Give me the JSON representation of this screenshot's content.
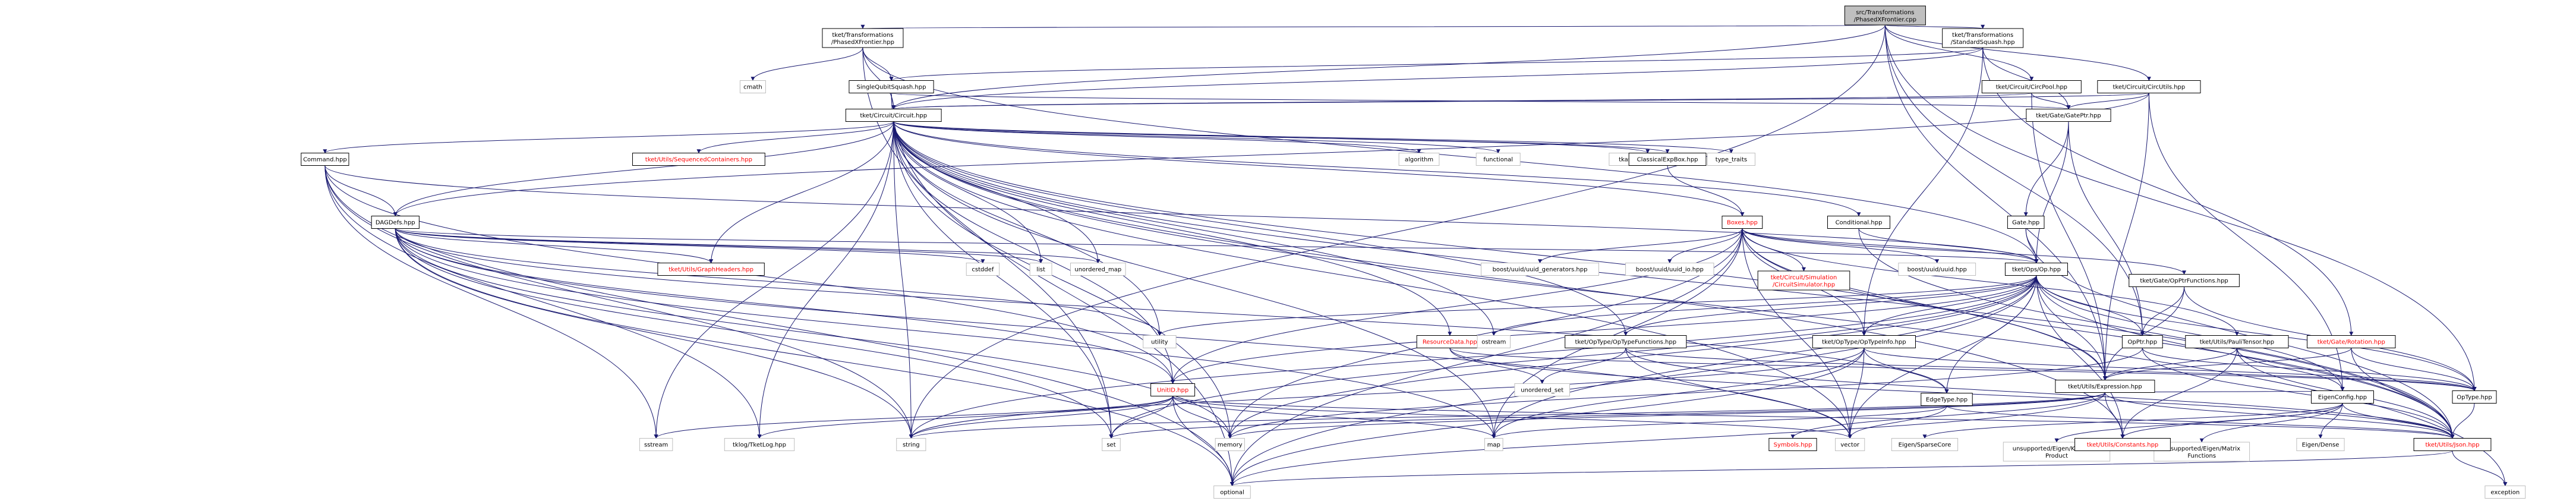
{
  "graph": {
    "nodes": [
      {
        "id": "root",
        "lines": [
          "src/Transformations",
          "/PhasedXFrontier.cpp"
        ],
        "style": "root"
      },
      {
        "id": "phasedx",
        "lines": [
          "tket/Transformations",
          "/PhasedXFrontier.hpp"
        ]
      },
      {
        "id": "stdsquash",
        "lines": [
          "tket/Transformations",
          "/StandardSquash.hpp"
        ]
      },
      {
        "id": "circpool",
        "lines": [
          "tket/Circuit/CircPool.hpp"
        ]
      },
      {
        "id": "circutils",
        "lines": [
          "tket/Circuit/CircUtils.hpp"
        ]
      },
      {
        "id": "cmath",
        "lines": [
          "cmath"
        ],
        "style": "gray"
      },
      {
        "id": "sqsquash",
        "lines": [
          "SingleQubitSquash.hpp"
        ]
      },
      {
        "id": "circuit",
        "lines": [
          "tket/Circuit/Circuit.hpp"
        ]
      },
      {
        "id": "gateptr",
        "lines": [
          "tket/Gate/GatePtr.hpp"
        ]
      },
      {
        "id": "command",
        "lines": [
          "Command.hpp"
        ]
      },
      {
        "id": "algorithm",
        "lines": [
          "algorithm"
        ],
        "style": "gray"
      },
      {
        "id": "functional",
        "lines": [
          "functional"
        ],
        "style": "gray"
      },
      {
        "id": "seqcont",
        "lines": [
          "tket/Utils/SequencedContainers.hpp"
        ],
        "style": "red"
      },
      {
        "id": "tkassert",
        "lines": [
          "tkassert/Assert.hpp"
        ],
        "style": "gray"
      },
      {
        "id": "typetraits",
        "lines": [
          "type_traits"
        ],
        "style": "gray"
      },
      {
        "id": "classexp",
        "lines": [
          "ClassicalExpBox.hpp"
        ]
      },
      {
        "id": "conditional",
        "lines": [
          "Conditional.hpp"
        ]
      },
      {
        "id": "gate",
        "lines": [
          "Gate.hpp"
        ]
      },
      {
        "id": "dagdefs",
        "lines": [
          "DAGDefs.hpp"
        ]
      },
      {
        "id": "boxes",
        "lines": [
          "Boxes.hpp"
        ],
        "style": "red"
      },
      {
        "id": "graphheaders",
        "lines": [
          "tket/Utils/GraphHeaders.hpp"
        ],
        "style": "red"
      },
      {
        "id": "cstddef",
        "lines": [
          "cstddef"
        ],
        "style": "gray"
      },
      {
        "id": "list",
        "lines": [
          "list"
        ],
        "style": "gray"
      },
      {
        "id": "unordered_map",
        "lines": [
          "unordered_map"
        ],
        "style": "gray"
      },
      {
        "id": "uuidgen",
        "lines": [
          "boost/uuid/uuid_generators.hpp"
        ],
        "style": "gray"
      },
      {
        "id": "uuidio",
        "lines": [
          "boost/uuid/uuid_io.hpp"
        ],
        "style": "gray"
      },
      {
        "id": "circsim",
        "lines": [
          "tket/Circuit/Simulation",
          "/CircuitSimulator.hpp"
        ],
        "style": "red"
      },
      {
        "id": "uuid",
        "lines": [
          "boost/uuid/uuid.hpp"
        ],
        "style": "gray"
      },
      {
        "id": "op",
        "lines": [
          "tket/Ops/Op.hpp"
        ]
      },
      {
        "id": "opptrfns",
        "lines": [
          "tket/Gate/OpPtrFunctions.hpp"
        ]
      },
      {
        "id": "resdata",
        "lines": [
          "ResourceData.hpp"
        ],
        "style": "red"
      },
      {
        "id": "optypefns",
        "lines": [
          "tket/OpType/OpTypeFunctions.hpp"
        ]
      },
      {
        "id": "optypeinfo",
        "lines": [
          "tket/OpType/OpTypeInfo.hpp"
        ]
      },
      {
        "id": "opptr",
        "lines": [
          "OpPtr.hpp"
        ]
      },
      {
        "id": "paulitensor",
        "lines": [
          "tket/Utils/PauliTensor.hpp"
        ]
      },
      {
        "id": "rotation",
        "lines": [
          "tket/Gate/Rotation.hpp"
        ],
        "style": "red"
      },
      {
        "id": "unitid",
        "lines": [
          "UnitID.hpp"
        ],
        "style": "red"
      },
      {
        "id": "edgetype",
        "lines": [
          "EdgeType.hpp"
        ]
      },
      {
        "id": "expression",
        "lines": [
          "tket/Utils/Expression.hpp"
        ]
      },
      {
        "id": "eigenconfig",
        "lines": [
          "EigenConfig.hpp"
        ]
      },
      {
        "id": "optype",
        "lines": [
          "OpType.hpp"
        ]
      },
      {
        "id": "json",
        "lines": [
          "tket/Utils/Json.hpp"
        ],
        "style": "red"
      },
      {
        "id": "ostream",
        "lines": [
          "ostream"
        ],
        "style": "gray"
      },
      {
        "id": "utility",
        "lines": [
          "utility"
        ],
        "style": "gray"
      },
      {
        "id": "unordered_set",
        "lines": [
          "unordered_set"
        ],
        "style": "gray"
      },
      {
        "id": "sstream",
        "lines": [
          "sstream"
        ],
        "style": "gray"
      },
      {
        "id": "tklog",
        "lines": [
          "tklog/TketLog.hpp"
        ],
        "style": "gray"
      },
      {
        "id": "string",
        "lines": [
          "string"
        ],
        "style": "gray"
      },
      {
        "id": "set",
        "lines": [
          "set"
        ],
        "style": "gray"
      },
      {
        "id": "memory",
        "lines": [
          "memory"
        ],
        "style": "gray"
      },
      {
        "id": "map",
        "lines": [
          "map"
        ],
        "style": "gray"
      },
      {
        "id": "vector",
        "lines": [
          "vector"
        ],
        "style": "gray"
      },
      {
        "id": "symbols",
        "lines": [
          "Symbols.hpp"
        ],
        "style": "red"
      },
      {
        "id": "eigensparse",
        "lines": [
          "Eigen/SparseCore"
        ],
        "style": "gray"
      },
      {
        "id": "kronecker",
        "lines": [
          "unsupported/Eigen/Kronecker",
          "Product"
        ],
        "style": "gray"
      },
      {
        "id": "matrixfns",
        "lines": [
          "unsupported/Eigen/Matrix",
          "Functions"
        ],
        "style": "gray"
      },
      {
        "id": "eigendense",
        "lines": [
          "Eigen/Dense"
        ],
        "style": "gray"
      },
      {
        "id": "constants",
        "lines": [
          "tket/Utils/Constants.hpp"
        ],
        "style": "red"
      },
      {
        "id": "exception",
        "lines": [
          "exception"
        ],
        "style": "gray"
      },
      {
        "id": "optional",
        "lines": [
          "optional"
        ],
        "style": "gray"
      }
    ],
    "edges": [
      [
        "root",
        "phasedx"
      ],
      [
        "root",
        "stdsquash"
      ],
      [
        "root",
        "circpool"
      ],
      [
        "root",
        "circutils"
      ],
      [
        "root",
        "circuit"
      ],
      [
        "root",
        "optype"
      ],
      [
        "root",
        "expression"
      ],
      [
        "root",
        "string"
      ],
      [
        "root",
        "opptr"
      ],
      [
        "phasedx",
        "cmath"
      ],
      [
        "phasedx",
        "sqsquash"
      ],
      [
        "phasedx",
        "circuit"
      ],
      [
        "phasedx",
        "set"
      ],
      [
        "phasedx",
        "op"
      ],
      [
        "stdsquash",
        "sqsquash"
      ],
      [
        "stdsquash",
        "gateptr"
      ],
      [
        "stdsquash",
        "rotation"
      ],
      [
        "stdsquash",
        "optypeinfo"
      ],
      [
        "stdsquash",
        "circuit"
      ],
      [
        "circpool",
        "circuit"
      ],
      [
        "circpool",
        "gateptr"
      ],
      [
        "circpool",
        "expression"
      ],
      [
        "circutils",
        "circuit"
      ],
      [
        "circutils",
        "dagdefs"
      ],
      [
        "circutils",
        "gateptr"
      ],
      [
        "circutils",
        "expression"
      ],
      [
        "circutils",
        "eigenconfig"
      ],
      [
        "sqsquash",
        "circuit"
      ],
      [
        "sqsquash",
        "gateptr"
      ],
      [
        "sqsquash",
        "optional"
      ],
      [
        "circuit",
        "command"
      ],
      [
        "circuit",
        "algorithm"
      ],
      [
        "circuit",
        "functional"
      ],
      [
        "circuit",
        "seqcont"
      ],
      [
        "circuit",
        "tkassert"
      ],
      [
        "circuit",
        "typetraits"
      ],
      [
        "circuit",
        "classexp"
      ],
      [
        "circuit",
        "conditional"
      ],
      [
        "circuit",
        "boxes"
      ],
      [
        "circuit",
        "dagdefs"
      ],
      [
        "circuit",
        "graphheaders"
      ],
      [
        "circuit",
        "list"
      ],
      [
        "circuit",
        "unordered_map"
      ],
      [
        "circuit",
        "resdata"
      ],
      [
        "circuit",
        "ostream"
      ],
      [
        "circuit",
        "utility"
      ],
      [
        "circuit",
        "unitid"
      ],
      [
        "circuit",
        "tklog"
      ],
      [
        "circuit",
        "string"
      ],
      [
        "circuit",
        "set"
      ],
      [
        "circuit",
        "memory"
      ],
      [
        "circuit",
        "map"
      ],
      [
        "circuit",
        "vector"
      ],
      [
        "circuit",
        "sstream"
      ],
      [
        "circuit",
        "exception"
      ],
      [
        "circuit",
        "json"
      ],
      [
        "circuit",
        "constants"
      ],
      [
        "circuit",
        "expression"
      ],
      [
        "circuit",
        "optypefns"
      ],
      [
        "gateptr",
        "gate"
      ],
      [
        "gateptr",
        "op"
      ],
      [
        "gateptr",
        "opptr"
      ],
      [
        "gate",
        "op"
      ],
      [
        "gate",
        "json"
      ],
      [
        "command",
        "dagdefs"
      ],
      [
        "command",
        "unitid"
      ],
      [
        "command",
        "optional"
      ],
      [
        "command",
        "sstream"
      ],
      [
        "command",
        "string"
      ],
      [
        "command",
        "tklog"
      ],
      [
        "command",
        "op"
      ],
      [
        "classexp",
        "boxes"
      ],
      [
        "conditional",
        "op"
      ],
      [
        "conditional",
        "json"
      ],
      [
        "dagdefs",
        "graphheaders"
      ],
      [
        "dagdefs",
        "cstddef"
      ],
      [
        "dagdefs",
        "list"
      ],
      [
        "dagdefs",
        "unordered_map"
      ],
      [
        "dagdefs",
        "utility"
      ],
      [
        "dagdefs",
        "op"
      ],
      [
        "dagdefs",
        "unitid"
      ],
      [
        "dagdefs",
        "edgetype"
      ],
      [
        "dagdefs",
        "string"
      ],
      [
        "dagdefs",
        "set"
      ],
      [
        "dagdefs",
        "memory"
      ],
      [
        "dagdefs",
        "map"
      ],
      [
        "dagdefs",
        "optional"
      ],
      [
        "dagdefs",
        "vector"
      ],
      [
        "boxes",
        "uuidgen"
      ],
      [
        "boxes",
        "uuidio"
      ],
      [
        "boxes",
        "circsim"
      ],
      [
        "boxes",
        "uuid"
      ],
      [
        "boxes",
        "op"
      ],
      [
        "boxes",
        "opptrfns"
      ],
      [
        "boxes",
        "unitid"
      ],
      [
        "boxes",
        "paulitensor"
      ],
      [
        "boxes",
        "expression"
      ],
      [
        "boxes",
        "json"
      ],
      [
        "boxes",
        "memory"
      ],
      [
        "boxes",
        "optional"
      ],
      [
        "boxes",
        "vector"
      ],
      [
        "boxes",
        "map"
      ],
      [
        "boxes",
        "optypeinfo"
      ],
      [
        "op",
        "opptr"
      ],
      [
        "op",
        "optypefns"
      ],
      [
        "op",
        "optypeinfo"
      ],
      [
        "op",
        "unitid"
      ],
      [
        "op",
        "expression"
      ],
      [
        "op",
        "eigenconfig"
      ],
      [
        "op",
        "json"
      ],
      [
        "op",
        "constants"
      ],
      [
        "op",
        "ostream"
      ],
      [
        "op",
        "utility"
      ],
      [
        "op",
        "string"
      ],
      [
        "op",
        "set"
      ],
      [
        "op",
        "memory"
      ],
      [
        "op",
        "map"
      ],
      [
        "op",
        "optional"
      ],
      [
        "op",
        "vector"
      ],
      [
        "op",
        "optype"
      ],
      [
        "op",
        "edgetype"
      ],
      [
        "opptrfns",
        "opptr"
      ],
      [
        "opptrfns",
        "expression"
      ],
      [
        "opptrfns",
        "optype"
      ],
      [
        "resdata",
        "unordered_set"
      ],
      [
        "resdata",
        "optype"
      ],
      [
        "resdata",
        "json"
      ],
      [
        "optypefns",
        "optype"
      ],
      [
        "optypefns",
        "unordered_set"
      ],
      [
        "optypefns",
        "vector"
      ],
      [
        "optypefns",
        "json"
      ],
      [
        "optypeinfo",
        "edgetype"
      ],
      [
        "optypeinfo",
        "optype"
      ],
      [
        "optypeinfo",
        "map"
      ],
      [
        "optypeinfo",
        "optional"
      ],
      [
        "optypeinfo",
        "string"
      ],
      [
        "optypeinfo",
        "vector"
      ],
      [
        "opptr",
        "memory"
      ],
      [
        "opptr",
        "optype"
      ],
      [
        "opptr",
        "json"
      ],
      [
        "paulitensor",
        "expression"
      ],
      [
        "paulitensor",
        "eigenconfig"
      ],
      [
        "paulitensor",
        "json"
      ],
      [
        "paulitensor",
        "constants"
      ],
      [
        "rotation",
        "expression"
      ],
      [
        "rotation",
        "optype"
      ],
      [
        "rotation",
        "json"
      ],
      [
        "unitid",
        "sstream"
      ],
      [
        "unitid",
        "string"
      ],
      [
        "unitid",
        "set"
      ],
      [
        "unitid",
        "memory"
      ],
      [
        "unitid",
        "map"
      ],
      [
        "unitid",
        "optional"
      ],
      [
        "unitid",
        "vector"
      ],
      [
        "unitid",
        "tklog"
      ],
      [
        "unitid",
        "json"
      ],
      [
        "edgetype",
        "vector"
      ],
      [
        "edgetype",
        "json"
      ],
      [
        "edgetype",
        "map"
      ],
      [
        "expression",
        "symbols"
      ],
      [
        "expression",
        "json"
      ],
      [
        "expression",
        "constants"
      ],
      [
        "expression",
        "set"
      ],
      [
        "expression",
        "optional"
      ],
      [
        "expression",
        "memory"
      ],
      [
        "expression",
        "string"
      ],
      [
        "expression",
        "eigenconfig"
      ],
      [
        "eigenconfig",
        "eigensparse"
      ],
      [
        "eigenconfig",
        "kronecker"
      ],
      [
        "eigenconfig",
        "matrixfns"
      ],
      [
        "eigenconfig",
        "eigendense"
      ],
      [
        "eigenconfig",
        "json"
      ],
      [
        "eigenconfig",
        "constants"
      ],
      [
        "optype",
        "json"
      ],
      [
        "json",
        "exception"
      ],
      [
        "json",
        "optional"
      ]
    ]
  }
}
